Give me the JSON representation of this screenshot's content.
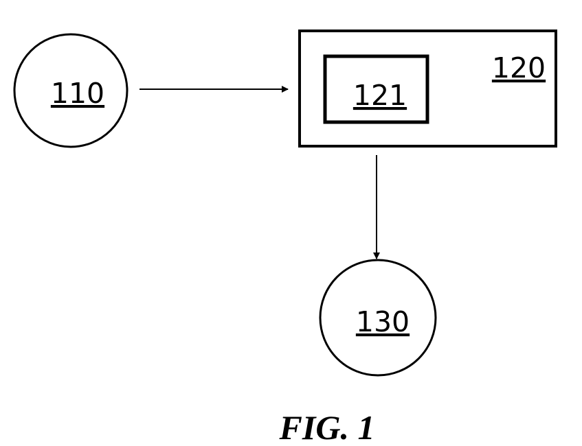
{
  "nodes": {
    "node_110": {
      "label": "110"
    },
    "node_120": {
      "label": "120"
    },
    "node_121": {
      "label": "121"
    },
    "node_130": {
      "label": "130"
    }
  },
  "edges": [
    {
      "from": "110",
      "to": "120"
    },
    {
      "from": "120",
      "to": "130"
    }
  ],
  "caption": "FIG. 1"
}
